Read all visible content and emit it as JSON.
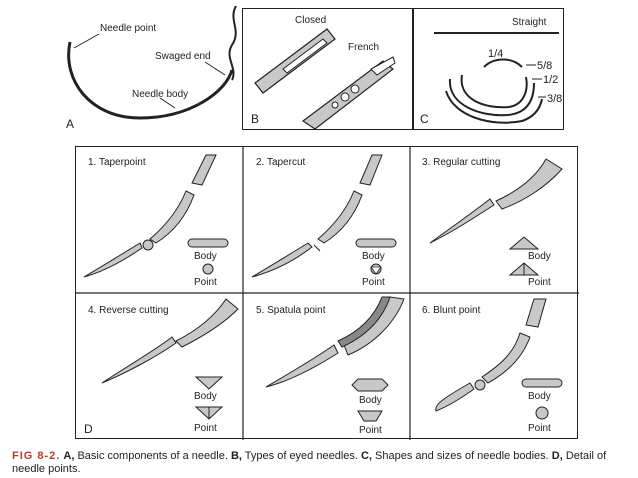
{
  "panel_a": {
    "letter": "A",
    "labels": {
      "needle_point": "Needle point",
      "swaged_end": "Swaged end",
      "needle_body": "Needle body"
    }
  },
  "panel_b": {
    "letter": "B",
    "labels": {
      "closed": "Closed",
      "french": "French"
    }
  },
  "panel_c": {
    "letter": "C",
    "labels": {
      "straight": "Straight",
      "quarter": "1/4",
      "five_eighths": "5/8",
      "half": "1/2",
      "three_eighths": "3/8"
    }
  },
  "panel_d": {
    "letter": "D",
    "cells": [
      {
        "title": "1. Taperpoint",
        "body": "Body",
        "point": "Point"
      },
      {
        "title": "2. Tapercut",
        "body": "Body",
        "point": "Point"
      },
      {
        "title": "3. Regular cutting",
        "body": "Body",
        "point": "Point"
      },
      {
        "title": "4. Reverse cutting",
        "body": "Body",
        "point": "Point"
      },
      {
        "title": "5. Spatula point",
        "body": "Body",
        "point": "Point"
      },
      {
        "title": "6. Blunt point",
        "body": "Body",
        "point": "Point"
      }
    ]
  },
  "caption": {
    "fig": "FIG 8-2.",
    "a_letter": "A,",
    "a_text": " Basic components of a needle. ",
    "b_letter": "B,",
    "b_text": " Types of eyed needles. ",
    "c_letter": "C,",
    "c_text": " Shapes and sizes of needle bodies. ",
    "d_letter": "D,",
    "d_text": " Detail of needle points."
  },
  "colors": {
    "line": "#222222",
    "fill_gray": "#c8c8c8",
    "caption_red": "#c0392b"
  }
}
